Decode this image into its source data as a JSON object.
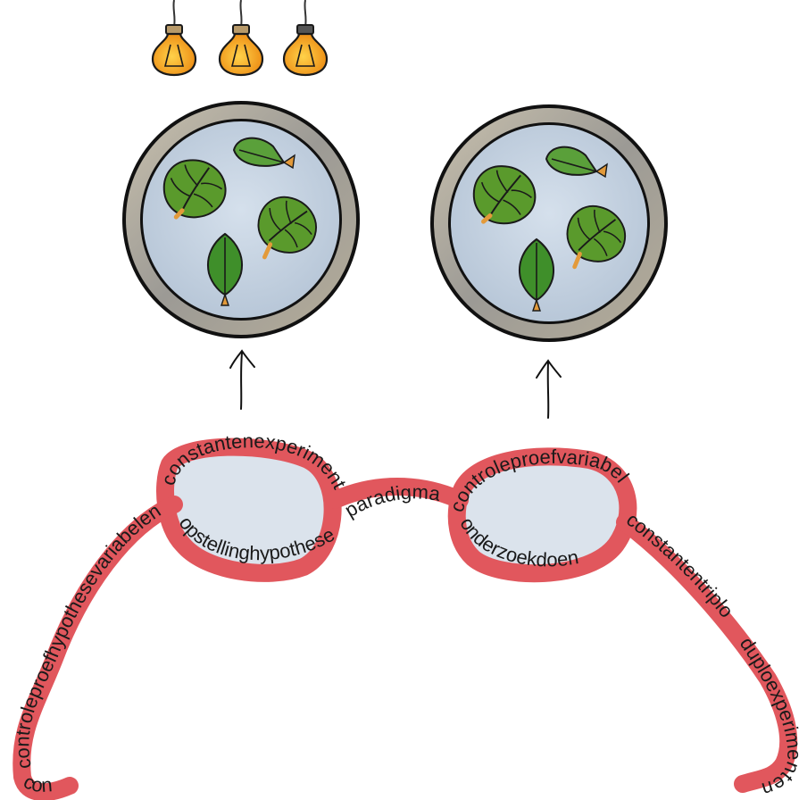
{
  "colors": {
    "background": "#ffffff",
    "dish_rim": "#a9a49a",
    "dish_inner": "#c3d1e0",
    "leaf_dark": "#4f8f2a",
    "leaf_light": "#86ad35",
    "bulb": "#f3a81c",
    "frame": "#e1575d",
    "lens": "#dbe3ec"
  },
  "icons": {
    "bulbs": [
      "bulb-icon",
      "bulb-icon",
      "bulb-icon"
    ],
    "dishes": [
      "petri-dish-icon",
      "petri-dish-icon"
    ],
    "arrows": [
      "arrow-up-icon",
      "arrow-up-icon"
    ]
  },
  "glasses": {
    "left_temple": "controleproefhypothesevariabelen",
    "left_temple_tip": "con",
    "left_lens_top": "constantenexperiment",
    "left_lens_bottom": "opstellinghypothese",
    "bridge": "paradigma",
    "right_lens_top": "controleproefvariabel",
    "right_lens_bottom": "onderzoekdoen",
    "right_temple": "constantentriplo",
    "right_temple_end": "duploexperimenten"
  }
}
